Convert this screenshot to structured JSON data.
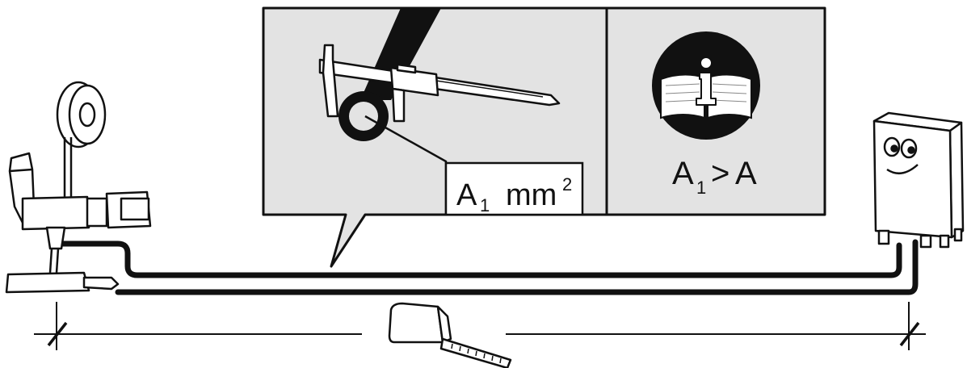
{
  "callout": {
    "measure_label": {
      "symbol": "A",
      "subscript": "1",
      "unit": "mm",
      "exponent": "2"
    },
    "comparison_label": {
      "left_symbol": "A",
      "left_subscript": "1",
      "operator": ">",
      "right_symbol": "A"
    },
    "info_icon": "manual-info-icon",
    "caliper_icon": "caliper-icon"
  },
  "devices": {
    "welding_torch": "welding-torch-icon",
    "power_source": "power-source-icon",
    "tape_measure": "tape-measure-icon"
  },
  "colors": {
    "ink": "#111111",
    "panel_fill": "#e3e3e3",
    "paper": "#ffffff"
  }
}
